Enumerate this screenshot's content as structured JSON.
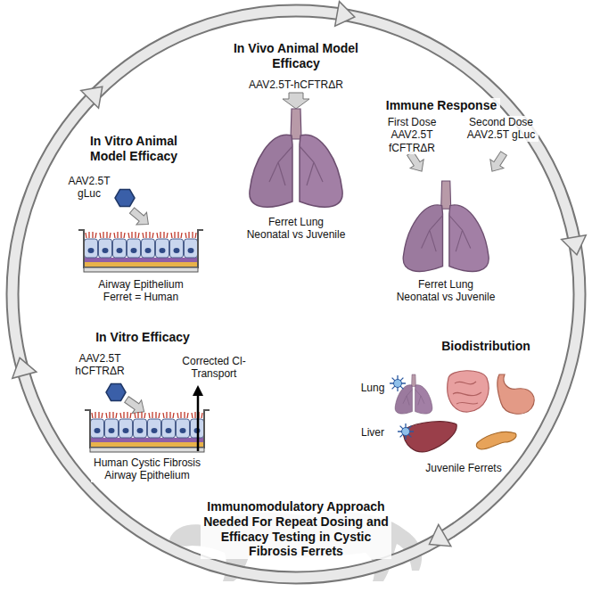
{
  "diagram": {
    "labels": [
      "In Vivo Animal Model Efficacy",
      "AAV2.5T-hCFTRΔR",
      "Ferret Lung Neonatal vs Juvenile",
      "Immune Response",
      "First Dose AAV2.5T fCFTRΔR",
      "Second Dose AAV2.5T gLuc",
      "Ferret Lung Neonatal vs Juvenile",
      "Biodistribution",
      "Lung",
      "Liver",
      "Juvenile Ferrets",
      "Immunomodulatory Approach Needed For Repeat Dosing and Efficacy Testing in Cystic Fibrosis Ferrets",
      "In Vitro Efficacy",
      "AAV2.5T hCFTRΔR",
      "Corrected Cl- Transport",
      "Human Cystic Fibrosis Airway Epithelium",
      "In Vitro Animal Model Efficacy",
      "AAV2.5T gLuc",
      "Airway Epithelium Ferret = Human"
    ]
  }
}
